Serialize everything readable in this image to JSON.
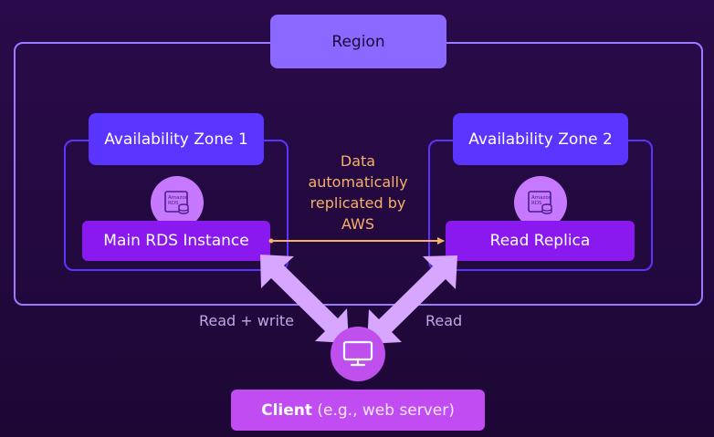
{
  "region": {
    "label": "Region"
  },
  "zones": [
    {
      "label": "Availability Zone 1",
      "instance": "Main RDS Instance",
      "icon": "amazon-rds-icon"
    },
    {
      "label": "Availability Zone 2",
      "instance": "Read Replica",
      "icon": "amazon-rds-icon"
    }
  ],
  "rds_icon_text": {
    "line1": "Amazon",
    "line2": "RDS"
  },
  "replication": {
    "lines": [
      "Data",
      "automatically",
      "replicated by",
      "AWS"
    ],
    "color": "#f7b06a"
  },
  "connections": {
    "left_label": "Read + write",
    "right_label": "Read",
    "arrow_color": "#d7a6ff"
  },
  "client": {
    "label_bold": "Client",
    "label_rest": " (e.g., web server)",
    "icon": "monitor-icon"
  },
  "colors": {
    "background": "#2a0a4a",
    "region": "#8b68ff",
    "zone": "#5a34ff",
    "instance": "#8a19f0",
    "client": "#c14cf2"
  }
}
